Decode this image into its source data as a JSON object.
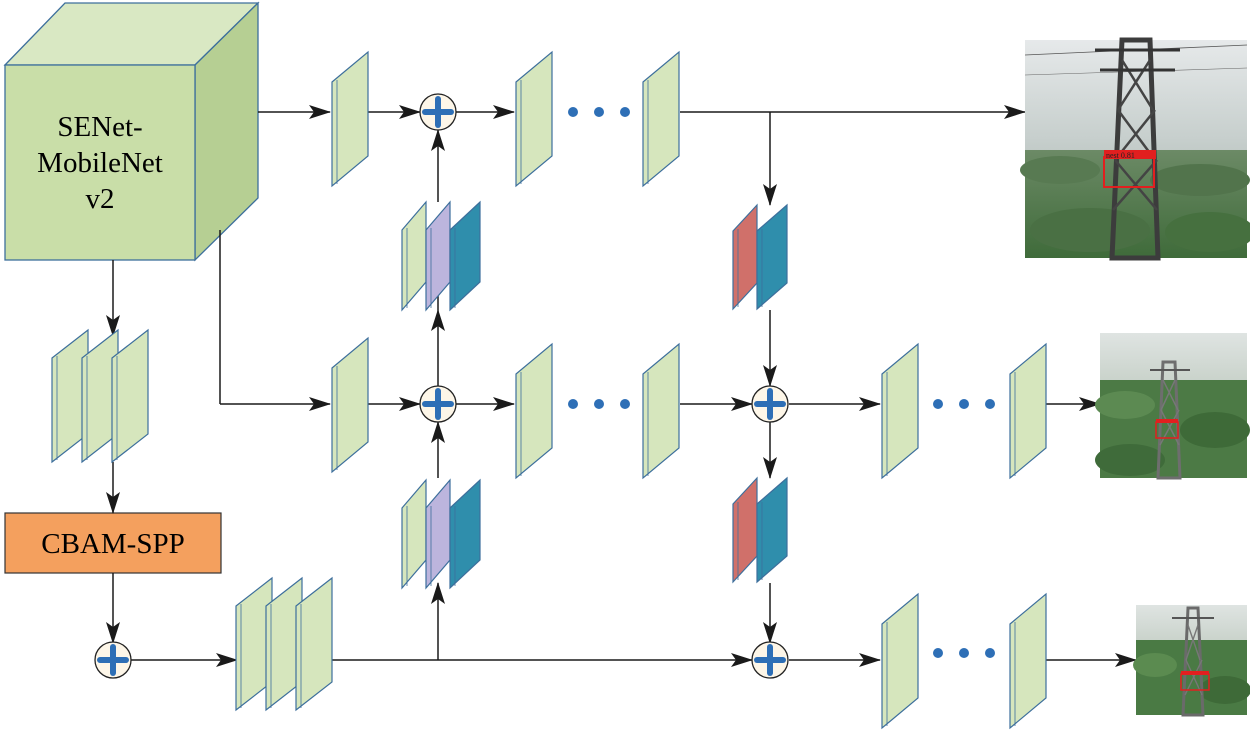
{
  "backbone": {
    "label_lines": [
      "SENet-",
      "MobileNet",
      "v2"
    ],
    "face_color": "#c9dea8",
    "edge_color": "#3d6f9c"
  },
  "cbam_spp": {
    "label": "CBAM-SPP",
    "fill_color": "#f4a05e"
  },
  "colors": {
    "feature_map": "#d6e6bd",
    "feature_map_edge": "#3d6f9c",
    "purple_block": "#bcb5dd",
    "teal_block": "#2f8eac",
    "red_block": "#d0706a",
    "plus_circle": "#fdf6e8",
    "plus_sign": "#2e6fb6",
    "ellipsis_dot": "#2e6fb6",
    "arrow": "#1a1a1a"
  },
  "detections": [
    {
      "name": "output-top",
      "box_label": "nest 0.81"
    },
    {
      "name": "output-middle",
      "box_label": ""
    },
    {
      "name": "output-bottom",
      "box_label": ""
    }
  ]
}
